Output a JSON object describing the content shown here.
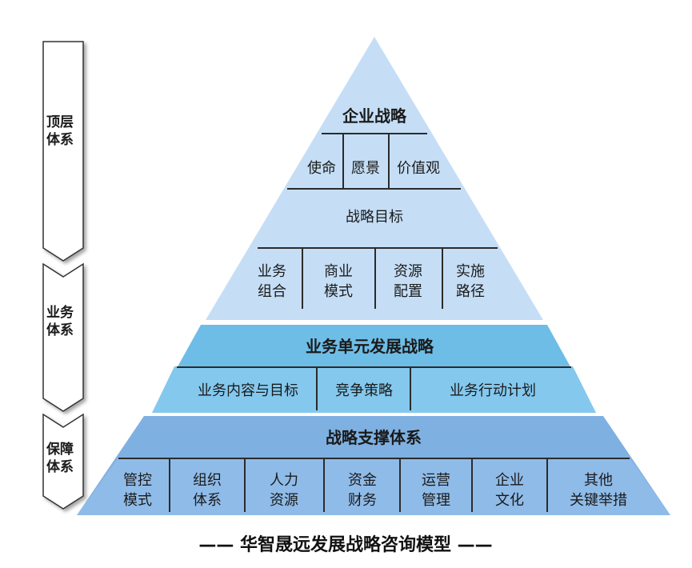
{
  "sidebar": [
    {
      "line1": "顶层",
      "line2": "体系"
    },
    {
      "line1": "业务",
      "line2": "体系"
    },
    {
      "line1": "保障",
      "line2": "体系"
    }
  ],
  "pyramid": {
    "top": {
      "title": "企业战略",
      "values": [
        "使命",
        "愿景",
        "价值观"
      ],
      "goal": "战略目标",
      "elements": [
        {
          "line1": "业务",
          "line2": "组合"
        },
        {
          "line1": "商业",
          "line2": "模式"
        },
        {
          "line1": "资源",
          "line2": "配置"
        },
        {
          "line1": "实施",
          "line2": "路径"
        }
      ]
    },
    "middle": {
      "title": "业务单元发展战略",
      "items": [
        "业务内容与目标",
        "竞争策略",
        "业务行动计划"
      ]
    },
    "bottom": {
      "title": "战略支撑体系",
      "items": [
        {
          "line1": "管控",
          "line2": "模式"
        },
        {
          "line1": "组织",
          "line2": "体系"
        },
        {
          "line1": "人力",
          "line2": "资源"
        },
        {
          "line1": "资金",
          "line2": "财务"
        },
        {
          "line1": "运营",
          "line2": "管理"
        },
        {
          "line1": "企业",
          "line2": "文化"
        },
        {
          "line1": "其他",
          "line2": "关键举措"
        }
      ]
    }
  },
  "caption": "—— 华智晟远发展战略咨询模型 ——",
  "colors": {
    "top_fill": "#c5def6",
    "middle_fill": "#6ebde6",
    "middle_lower": "#84c8ee",
    "bottom_fill": "#7fb0e2",
    "bottom_lower": "#8fbbe8"
  }
}
